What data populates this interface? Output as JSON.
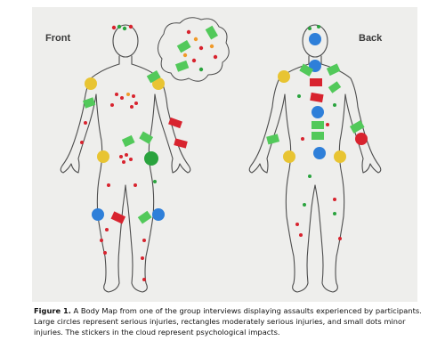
{
  "figure": {
    "labels": {
      "front": "Front",
      "back": "Back"
    },
    "caption": {
      "figure_number": "Figure 1.",
      "text": " A Body Map from one of the group interviews displaying assaults experienced by participants. Large circles represent serious injuries, rectangles moderately serious injuries, and small dots minor injuries. The stickers in the cloud represent psychological impacts."
    }
  },
  "colors": {
    "paper": "#eeeeec",
    "outline": "#4d4d4d",
    "yellow": "#e8c432",
    "blue": "#2e7fd9",
    "green": "#2aa33e",
    "light_green": "#52c95a",
    "red": "#d8232e",
    "orange": "#f09a2a"
  }
}
